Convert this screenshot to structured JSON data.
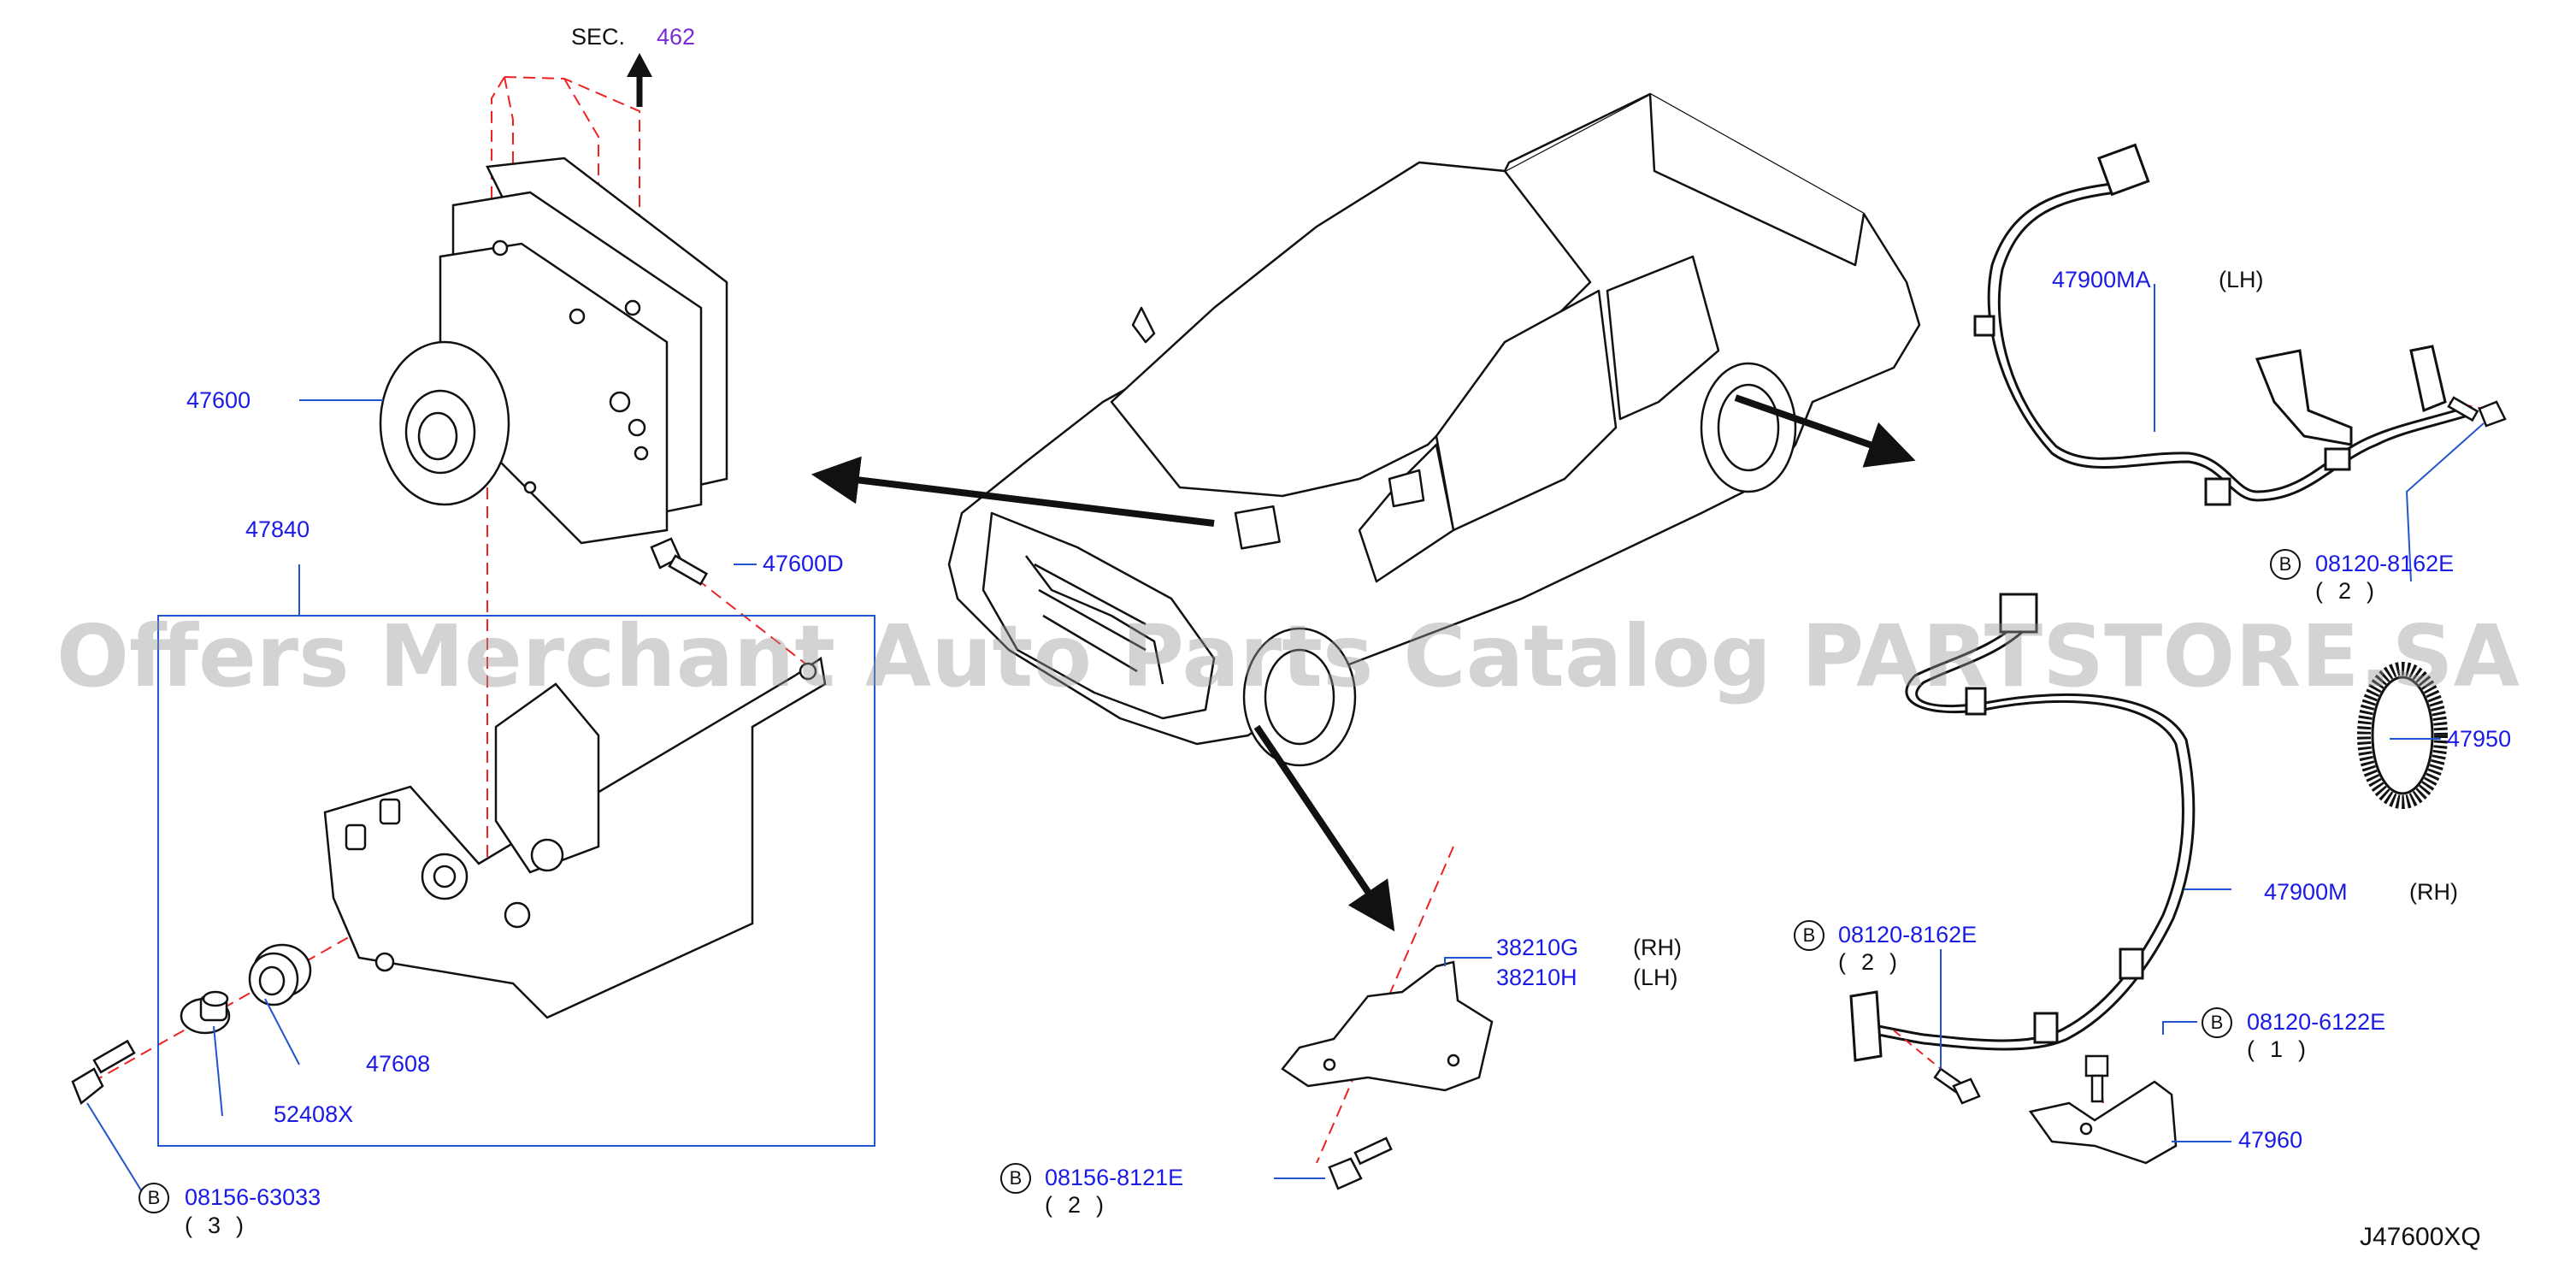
{
  "colors": {
    "label": "#1a1ae6",
    "line": "#111111",
    "leader": "#2255cc",
    "dash": "#ee2222",
    "sec_ref": "#7a2bd6"
  },
  "sec": {
    "prefix": "SEC.",
    "number": "462"
  },
  "watermark": "Offers Merchant Auto Parts Catalog PARTSTORE.SA",
  "diagram_code": "J47600XQ",
  "bolt_symbol": "B",
  "parts": {
    "p47600": "47600",
    "p47840": "47840",
    "p47600D": "47600D",
    "p47608": "47608",
    "p52408X": "52408X",
    "p08156_63033": {
      "number": "08156-63033",
      "qty": "(3)"
    },
    "p08156_8121E": {
      "number": "08156-8121E",
      "qty": "(2)"
    },
    "p38210G": {
      "number": "38210G",
      "side": "(RH)"
    },
    "p38210H": {
      "number": "38210H",
      "side": "(LH)"
    },
    "p47900MA": {
      "number": "47900MA",
      "side": "(LH)"
    },
    "p08120_8162E_upper": {
      "number": "08120-8162E",
      "qty": "(2)"
    },
    "p47950": "47950",
    "p47900M": {
      "number": "47900M",
      "side": "(RH)"
    },
    "p08120_8162E_lower": {
      "number": "08120-8162E",
      "qty": "(2)"
    },
    "p08120_6122E": {
      "number": "08120-6122E",
      "qty": "(1)"
    },
    "p47960": "47960"
  }
}
